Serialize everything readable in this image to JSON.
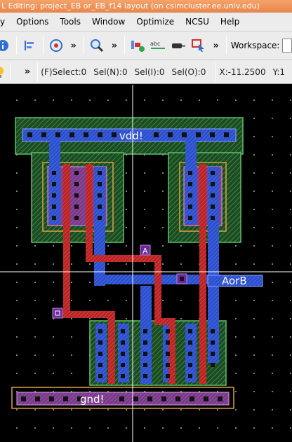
{
  "window": {
    "title": "L Editing: project_EB or_EB_f14 layout (on csimcluster.ee.unlv.edu)"
  },
  "menu": {
    "items": [
      "y",
      "Options",
      "Tools",
      "Window",
      "Optimize",
      "NCSU",
      "Help"
    ]
  },
  "toolbar": {
    "workspace_label": "Workspace:",
    "more": "»"
  },
  "status": {
    "fselect": "(F)Select:0",
    "seln": "Sel(N):0",
    "seli": "Sel(I):0",
    "selo": "Sel(O):0",
    "x": "X:-11.2500",
    "y": "Y:1"
  },
  "layout": {
    "labels": {
      "vdd": "vdd!",
      "gnd": "gnd!",
      "input_a": "A",
      "output": "AorB"
    }
  },
  "colors": {
    "titlebar": "#e8864a",
    "metal1": "#3a5bd9",
    "poly": "#d83030",
    "nwell": "#2e8b3a",
    "active": "#7cc06a",
    "pselect": "#e08a4a",
    "contact": "#111111",
    "crosshair": "#ffffff",
    "pin": "#7a2aa0"
  }
}
